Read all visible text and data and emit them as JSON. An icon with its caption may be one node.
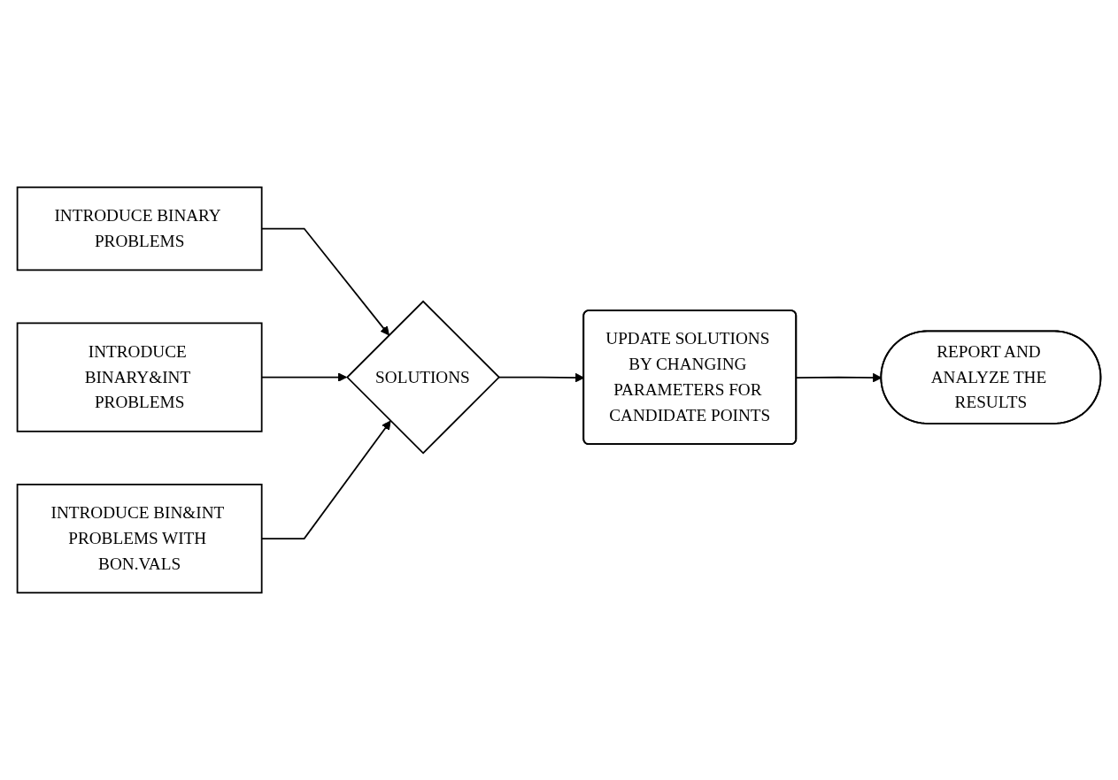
{
  "diagram": {
    "nodes": [
      {
        "text": [
          "INTRODUCE BINARY PROBLEMS"
        ]
      },
      {
        "text": [
          "INTRODUCE BINARY&INT PROBLEMS"
        ]
      },
      {
        "text": [
          "INTRODUCE BIN&INT PROBLEMS WITH BON.VALS"
        ]
      },
      {
        "text": [
          "SOLUTIONS"
        ]
      },
      {
        "text": [
          "UPDATE SOLUTIONS BY CHANGING PARAMETERS FOR CANDIDATE POINTS"
        ]
      },
      {
        "text": [
          "REPORT AND ANALYZE THE RESULTS"
        ]
      }
    ],
    "edges": [
      {
        "from": 0,
        "to": 3,
        "arrow": "to"
      },
      {
        "from": 1,
        "to": 3,
        "arrow": "to"
      },
      {
        "from": 2,
        "to": 3,
        "arrow": "to"
      },
      {
        "from": 3,
        "to": 4,
        "arrow": "to"
      },
      {
        "from": 4,
        "to": 5,
        "arrow": "to"
      }
    ]
  }
}
